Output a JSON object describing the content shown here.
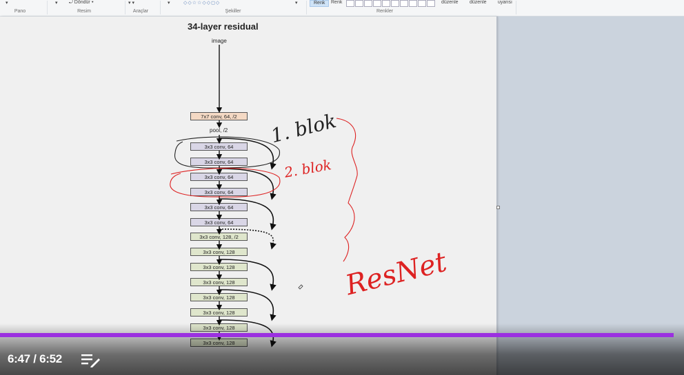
{
  "ribbon": {
    "groups": [
      "Pano",
      "Resim",
      "Araçlar",
      "Şekiller",
      "Renkler"
    ],
    "rotate_label": "Döndür",
    "color1_label": "Renk",
    "color2_label": "Renk",
    "edit_colors_label": "düzenle",
    "edit_colors_label2": "düzenle",
    "warning_label": "uyarısı"
  },
  "diagram": {
    "title": "34-layer residual",
    "input_label": "image",
    "pool_label": "pool, /2",
    "layers": [
      {
        "label": "7x7 conv, 64, /2",
        "color": "#f4d9c4"
      },
      {
        "label": "3x3 conv, 64",
        "color": "#d9d6e6"
      },
      {
        "label": "3x3 conv, 64",
        "color": "#d9d6e6"
      },
      {
        "label": "3x3 conv, 64",
        "color": "#d9d6e6"
      },
      {
        "label": "3x3 conv, 64",
        "color": "#d9d6e6"
      },
      {
        "label": "3x3 conv, 64",
        "color": "#d9d6e6"
      },
      {
        "label": "3x3 conv, 64",
        "color": "#d9d6e6"
      },
      {
        "label": "3x3 conv, 128, /2",
        "color": "#dfe6cc"
      },
      {
        "label": "3x3 conv, 128",
        "color": "#dfe6cc"
      },
      {
        "label": "3x3 conv, 128",
        "color": "#dfe6cc"
      },
      {
        "label": "3x3 conv, 128",
        "color": "#dfe6cc"
      },
      {
        "label": "3x3 conv, 128",
        "color": "#dfe6cc"
      },
      {
        "label": "3x3 conv, 128",
        "color": "#dfe6cc"
      },
      {
        "label": "3x3 conv, 128",
        "color": "#dfe6cc"
      },
      {
        "label": "3x3 conv, 128",
        "color": "#dfe6cc"
      }
    ]
  },
  "annotations": {
    "block1": "1. blok",
    "block2": "2. blok",
    "resnet": "ResNet"
  },
  "player": {
    "time": "6:47 / 6:52",
    "progress_fraction": 0.985,
    "accent": "#9b30e0",
    "playlist_icon": "playlist-edit-icon"
  }
}
